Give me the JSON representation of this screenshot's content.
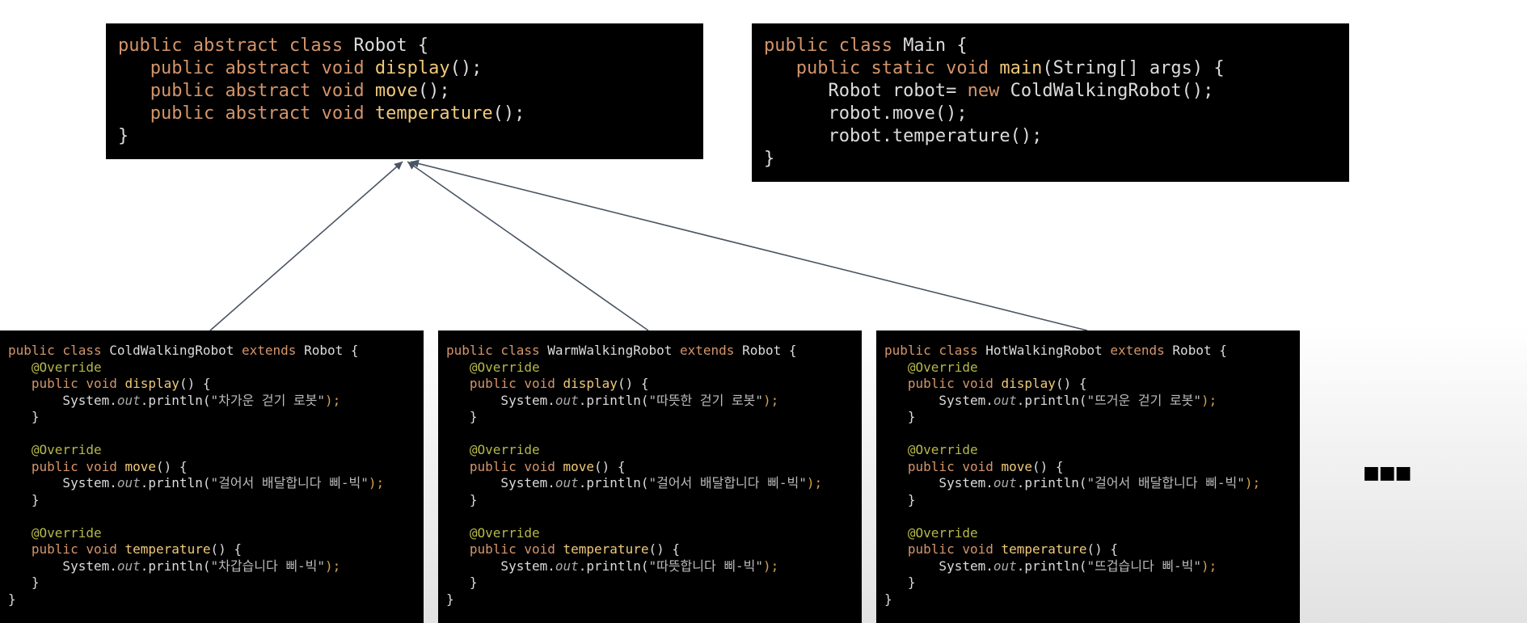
{
  "robot_class": {
    "lines": [
      [
        {
          "t": "public abstract class ",
          "c": "kw"
        },
        {
          "t": "Robot {",
          "c": "plain"
        }
      ],
      [
        {
          "t": "   public abstract void ",
          "c": "kw"
        },
        {
          "t": "display",
          "c": "fn"
        },
        {
          "t": "();",
          "c": "plain"
        }
      ],
      [
        {
          "t": "   public abstract void ",
          "c": "kw"
        },
        {
          "t": "move",
          "c": "fn"
        },
        {
          "t": "();",
          "c": "plain"
        }
      ],
      [
        {
          "t": "   public abstract void ",
          "c": "kw"
        },
        {
          "t": "temperature",
          "c": "fn"
        },
        {
          "t": "();",
          "c": "plain"
        }
      ],
      [
        {
          "t": "}",
          "c": "plain"
        }
      ]
    ]
  },
  "main_class": {
    "lines": [
      [
        {
          "t": "public class ",
          "c": "kw"
        },
        {
          "t": "Main {",
          "c": "plain"
        }
      ],
      [
        {
          "t": "   public static void ",
          "c": "kw"
        },
        {
          "t": "main",
          "c": "fn"
        },
        {
          "t": "(String[] args) {",
          "c": "plain"
        }
      ],
      [
        {
          "t": "      Robot robot= ",
          "c": "plain"
        },
        {
          "t": "new ",
          "c": "kw"
        },
        {
          "t": "ColdWalkingRobot();",
          "c": "plain"
        }
      ],
      [
        {
          "t": "      robot.move();",
          "c": "plain"
        }
      ],
      [
        {
          "t": "      robot.temperature();",
          "c": "plain"
        }
      ],
      [
        {
          "t": "}",
          "c": "plain"
        }
      ]
    ]
  },
  "cold_class": {
    "lines": [
      [
        {
          "t": "public class ",
          "c": "kw"
        },
        {
          "t": "ColdWalkingRobot ",
          "c": "plain"
        },
        {
          "t": "extends ",
          "c": "kw"
        },
        {
          "t": "Robot {",
          "c": "plain"
        }
      ],
      [
        {
          "t": "   @Override",
          "c": "ann"
        }
      ],
      [
        {
          "t": "   public void ",
          "c": "kw"
        },
        {
          "t": "display",
          "c": "fn"
        },
        {
          "t": "() {",
          "c": "plain"
        }
      ],
      [
        {
          "t": "       System.",
          "c": "plain"
        },
        {
          "t": "out",
          "c": "it"
        },
        {
          "t": ".println(",
          "c": "plain"
        },
        {
          "t": "\"차가운 걷기 로봇\"",
          "c": "str"
        },
        {
          "t": ");",
          "c": "semi"
        }
      ],
      [
        {
          "t": "   }",
          "c": "plain"
        }
      ],
      [
        {
          "t": "",
          "c": "plain"
        }
      ],
      [
        {
          "t": "   @Override",
          "c": "ann"
        }
      ],
      [
        {
          "t": "   public void ",
          "c": "kw"
        },
        {
          "t": "move",
          "c": "fn"
        },
        {
          "t": "() {",
          "c": "plain"
        }
      ],
      [
        {
          "t": "       System.",
          "c": "plain"
        },
        {
          "t": "out",
          "c": "it"
        },
        {
          "t": ".println(",
          "c": "plain"
        },
        {
          "t": "\"걸어서 배달합니다 삐-빅\"",
          "c": "str"
        },
        {
          "t": ");",
          "c": "semi"
        }
      ],
      [
        {
          "t": "   }",
          "c": "plain"
        }
      ],
      [
        {
          "t": "",
          "c": "plain"
        }
      ],
      [
        {
          "t": "   @Override",
          "c": "ann"
        }
      ],
      [
        {
          "t": "   public void ",
          "c": "kw"
        },
        {
          "t": "temperature",
          "c": "fn"
        },
        {
          "t": "() {",
          "c": "plain"
        }
      ],
      [
        {
          "t": "       System.",
          "c": "plain"
        },
        {
          "t": "out",
          "c": "it"
        },
        {
          "t": ".println(",
          "c": "plain"
        },
        {
          "t": "\"차갑습니다 삐-빅\"",
          "c": "str"
        },
        {
          "t": ");",
          "c": "semi"
        }
      ],
      [
        {
          "t": "   }",
          "c": "plain"
        }
      ],
      [
        {
          "t": "}",
          "c": "plain"
        }
      ]
    ]
  },
  "warm_class": {
    "lines": [
      [
        {
          "t": "public class ",
          "c": "kw"
        },
        {
          "t": "WarmWalkingRobot ",
          "c": "plain"
        },
        {
          "t": "extends ",
          "c": "kw"
        },
        {
          "t": "Robot {",
          "c": "plain"
        }
      ],
      [
        {
          "t": "   @Override",
          "c": "ann"
        }
      ],
      [
        {
          "t": "   public void ",
          "c": "kw"
        },
        {
          "t": "display",
          "c": "fn"
        },
        {
          "t": "() {",
          "c": "plain"
        }
      ],
      [
        {
          "t": "       System.",
          "c": "plain"
        },
        {
          "t": "out",
          "c": "it"
        },
        {
          "t": ".println(",
          "c": "plain"
        },
        {
          "t": "\"따뜻한 걷기 로봇\"",
          "c": "str"
        },
        {
          "t": ");",
          "c": "semi"
        }
      ],
      [
        {
          "t": "   }",
          "c": "plain"
        }
      ],
      [
        {
          "t": "",
          "c": "plain"
        }
      ],
      [
        {
          "t": "   @Override",
          "c": "ann"
        }
      ],
      [
        {
          "t": "   public void ",
          "c": "kw"
        },
        {
          "t": "move",
          "c": "fn"
        },
        {
          "t": "() {",
          "c": "plain"
        }
      ],
      [
        {
          "t": "       System.",
          "c": "plain"
        },
        {
          "t": "out",
          "c": "it"
        },
        {
          "t": ".println(",
          "c": "plain"
        },
        {
          "t": "\"걸어서 배달합니다 삐-빅\"",
          "c": "str"
        },
        {
          "t": ");",
          "c": "semi"
        }
      ],
      [
        {
          "t": "   }",
          "c": "plain"
        }
      ],
      [
        {
          "t": "",
          "c": "plain"
        }
      ],
      [
        {
          "t": "   @Override",
          "c": "ann"
        }
      ],
      [
        {
          "t": "   public void ",
          "c": "kw"
        },
        {
          "t": "temperature",
          "c": "fn"
        },
        {
          "t": "() {",
          "c": "plain"
        }
      ],
      [
        {
          "t": "       System.",
          "c": "plain"
        },
        {
          "t": "out",
          "c": "it"
        },
        {
          "t": ".println(",
          "c": "plain"
        },
        {
          "t": "\"따뜻합니다 삐-빅\"",
          "c": "str"
        },
        {
          "t": ");",
          "c": "semi"
        }
      ],
      [
        {
          "t": "   }",
          "c": "plain"
        }
      ],
      [
        {
          "t": "}",
          "c": "plain"
        }
      ]
    ]
  },
  "hot_class": {
    "lines": [
      [
        {
          "t": "public class ",
          "c": "kw"
        },
        {
          "t": "HotWalkingRobot ",
          "c": "plain"
        },
        {
          "t": "extends ",
          "c": "kw"
        },
        {
          "t": "Robot {",
          "c": "plain"
        }
      ],
      [
        {
          "t": "   @Override",
          "c": "ann"
        }
      ],
      [
        {
          "t": "   public void ",
          "c": "kw"
        },
        {
          "t": "display",
          "c": "fn"
        },
        {
          "t": "() {",
          "c": "plain"
        }
      ],
      [
        {
          "t": "       System.",
          "c": "plain"
        },
        {
          "t": "out",
          "c": "it"
        },
        {
          "t": ".println(",
          "c": "plain"
        },
        {
          "t": "\"뜨거운 걷기 로봇\"",
          "c": "str"
        },
        {
          "t": ");",
          "c": "semi"
        }
      ],
      [
        {
          "t": "   }",
          "c": "plain"
        }
      ],
      [
        {
          "t": "",
          "c": "plain"
        }
      ],
      [
        {
          "t": "   @Override",
          "c": "ann"
        }
      ],
      [
        {
          "t": "   public void ",
          "c": "kw"
        },
        {
          "t": "move",
          "c": "fn"
        },
        {
          "t": "() {",
          "c": "plain"
        }
      ],
      [
        {
          "t": "       System.",
          "c": "plain"
        },
        {
          "t": "out",
          "c": "it"
        },
        {
          "t": ".println(",
          "c": "plain"
        },
        {
          "t": "\"걸어서 배달합니다 삐-빅\"",
          "c": "str"
        },
        {
          "t": ");",
          "c": "semi"
        }
      ],
      [
        {
          "t": "   }",
          "c": "plain"
        }
      ],
      [
        {
          "t": "",
          "c": "plain"
        }
      ],
      [
        {
          "t": "   @Override",
          "c": "ann"
        }
      ],
      [
        {
          "t": "   public void ",
          "c": "kw"
        },
        {
          "t": "temperature",
          "c": "fn"
        },
        {
          "t": "() {",
          "c": "plain"
        }
      ],
      [
        {
          "t": "       System.",
          "c": "plain"
        },
        {
          "t": "out",
          "c": "it"
        },
        {
          "t": ".println(",
          "c": "plain"
        },
        {
          "t": "\"뜨겁습니다 삐-빅\"",
          "c": "str"
        },
        {
          "t": ");",
          "c": "semi"
        }
      ],
      [
        {
          "t": "   }",
          "c": "plain"
        }
      ],
      [
        {
          "t": "}",
          "c": "plain"
        }
      ]
    ]
  },
  "colors": {
    "keyword": "#d4956b",
    "method": "#f0c97b",
    "annotation": "#b5b84a",
    "text": "#dcdcdc",
    "code_background": "#000000",
    "arrow": "#4a5563"
  },
  "ellipsis": "■■■",
  "relationships": [
    {
      "from": "ColdWalkingRobot",
      "to": "Robot",
      "type": "inheritance"
    },
    {
      "from": "WarmWalkingRobot",
      "to": "Robot",
      "type": "inheritance"
    },
    {
      "from": "HotWalkingRobot",
      "to": "Robot",
      "type": "inheritance"
    }
  ]
}
